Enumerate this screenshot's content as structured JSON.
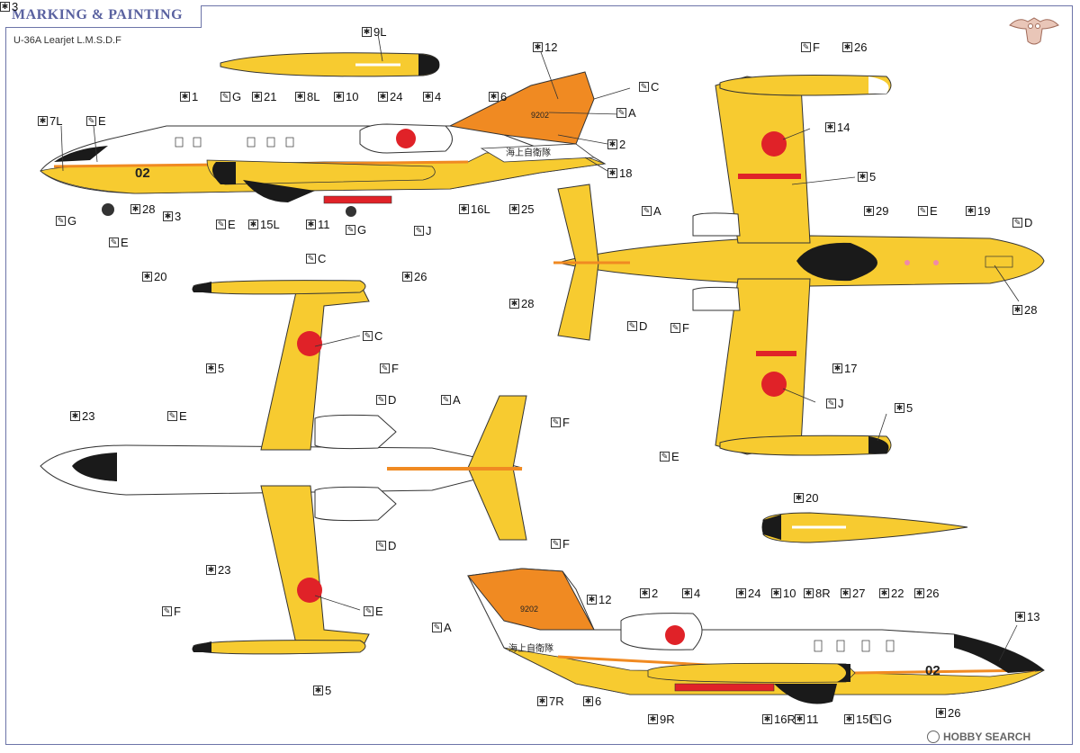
{
  "header": {
    "title": "MARKING & PAINTING",
    "subtitle": "U-36A Learjet L.M.S.D.F"
  },
  "aircraft_text": {
    "code_02": "02",
    "tail_number": "9202",
    "jp_text": "海上自衛隊"
  },
  "icons": {
    "decal": "decal-icon",
    "paint": "paint-brush-icon"
  },
  "colors": {
    "yellow": "#f7cb30",
    "orange": "#f08a22",
    "red": "#e02228",
    "black": "#1a1a1a",
    "white": "#ffffff",
    "frame": "#6c74a8"
  },
  "callouts": [
    {
      "type": "decal",
      "label": "7L"
    },
    {
      "type": "paint",
      "label": "E"
    },
    {
      "type": "decal",
      "label": "1"
    },
    {
      "type": "paint",
      "label": "G"
    },
    {
      "type": "decal",
      "label": "21"
    },
    {
      "type": "decal",
      "label": "8L"
    },
    {
      "type": "decal",
      "label": "10"
    },
    {
      "type": "decal",
      "label": "24"
    },
    {
      "type": "decal",
      "label": "4"
    },
    {
      "type": "decal",
      "label": "6"
    },
    {
      "type": "decal",
      "label": "12"
    },
    {
      "type": "paint",
      "label": "C"
    },
    {
      "type": "paint",
      "label": "A"
    },
    {
      "type": "decal",
      "label": "2"
    },
    {
      "type": "decal",
      "label": "18"
    },
    {
      "type": "decal",
      "label": "28"
    },
    {
      "type": "decal",
      "label": "3"
    },
    {
      "type": "paint",
      "label": "G"
    },
    {
      "type": "paint",
      "label": "E"
    },
    {
      "type": "paint",
      "label": "E"
    },
    {
      "type": "decal",
      "label": "15L"
    },
    {
      "type": "decal",
      "label": "11"
    },
    {
      "type": "paint",
      "label": "G"
    },
    {
      "type": "paint",
      "label": "J"
    },
    {
      "type": "decal",
      "label": "16L"
    },
    {
      "type": "decal",
      "label": "25"
    },
    {
      "type": "decal",
      "label": "9L"
    },
    {
      "type": "paint",
      "label": "F"
    },
    {
      "type": "decal",
      "label": "26"
    },
    {
      "type": "decal",
      "label": "14"
    },
    {
      "type": "decal",
      "label": "5"
    },
    {
      "type": "paint",
      "label": "A"
    },
    {
      "type": "decal",
      "label": "29"
    },
    {
      "type": "paint",
      "label": "E"
    },
    {
      "type": "decal",
      "label": "19"
    },
    {
      "type": "paint",
      "label": "D"
    },
    {
      "type": "decal",
      "label": "28"
    },
    {
      "type": "decal",
      "label": "28"
    },
    {
      "type": "paint",
      "label": "D"
    },
    {
      "type": "paint",
      "label": "F"
    },
    {
      "type": "decal",
      "label": "17"
    },
    {
      "type": "paint",
      "label": "J"
    },
    {
      "type": "decal",
      "label": "5"
    },
    {
      "type": "paint",
      "label": "E"
    },
    {
      "type": "paint",
      "label": "C"
    },
    {
      "type": "decal",
      "label": "20"
    },
    {
      "type": "decal",
      "label": "26"
    },
    {
      "type": "paint",
      "label": "C"
    },
    {
      "type": "decal",
      "label": "5"
    },
    {
      "type": "paint",
      "label": "F"
    },
    {
      "type": "paint",
      "label": "D"
    },
    {
      "type": "decal",
      "label": "23"
    },
    {
      "type": "paint",
      "label": "E"
    },
    {
      "type": "paint",
      "label": "A"
    },
    {
      "type": "paint",
      "label": "F"
    },
    {
      "type": "paint",
      "label": "D"
    },
    {
      "type": "decal",
      "label": "23"
    },
    {
      "type": "paint",
      "label": "F"
    },
    {
      "type": "paint",
      "label": "E"
    },
    {
      "type": "decal",
      "label": "5"
    },
    {
      "type": "decal",
      "label": "20"
    },
    {
      "type": "paint",
      "label": "F"
    },
    {
      "type": "decal",
      "label": "12"
    },
    {
      "type": "paint",
      "label": "A"
    },
    {
      "type": "decal",
      "label": "2"
    },
    {
      "type": "decal",
      "label": "4"
    },
    {
      "type": "decal",
      "label": "24"
    },
    {
      "type": "decal",
      "label": "10"
    },
    {
      "type": "decal",
      "label": "8R"
    },
    {
      "type": "decal",
      "label": "27"
    },
    {
      "type": "decal",
      "label": "22"
    },
    {
      "type": "decal",
      "label": "26"
    },
    {
      "type": "decal",
      "label": "13"
    },
    {
      "type": "decal",
      "label": "7R"
    },
    {
      "type": "decal",
      "label": "6"
    },
    {
      "type": "decal",
      "label": "9R"
    },
    {
      "type": "decal",
      "label": "16R"
    },
    {
      "type": "decal",
      "label": "11"
    },
    {
      "type": "decal",
      "label": "15R"
    },
    {
      "type": "paint",
      "label": "G"
    },
    {
      "type": "decal",
      "label": "26"
    },
    {
      "type": "decal",
      "label": "3"
    }
  ],
  "watermark": "HOBBY SEARCH"
}
